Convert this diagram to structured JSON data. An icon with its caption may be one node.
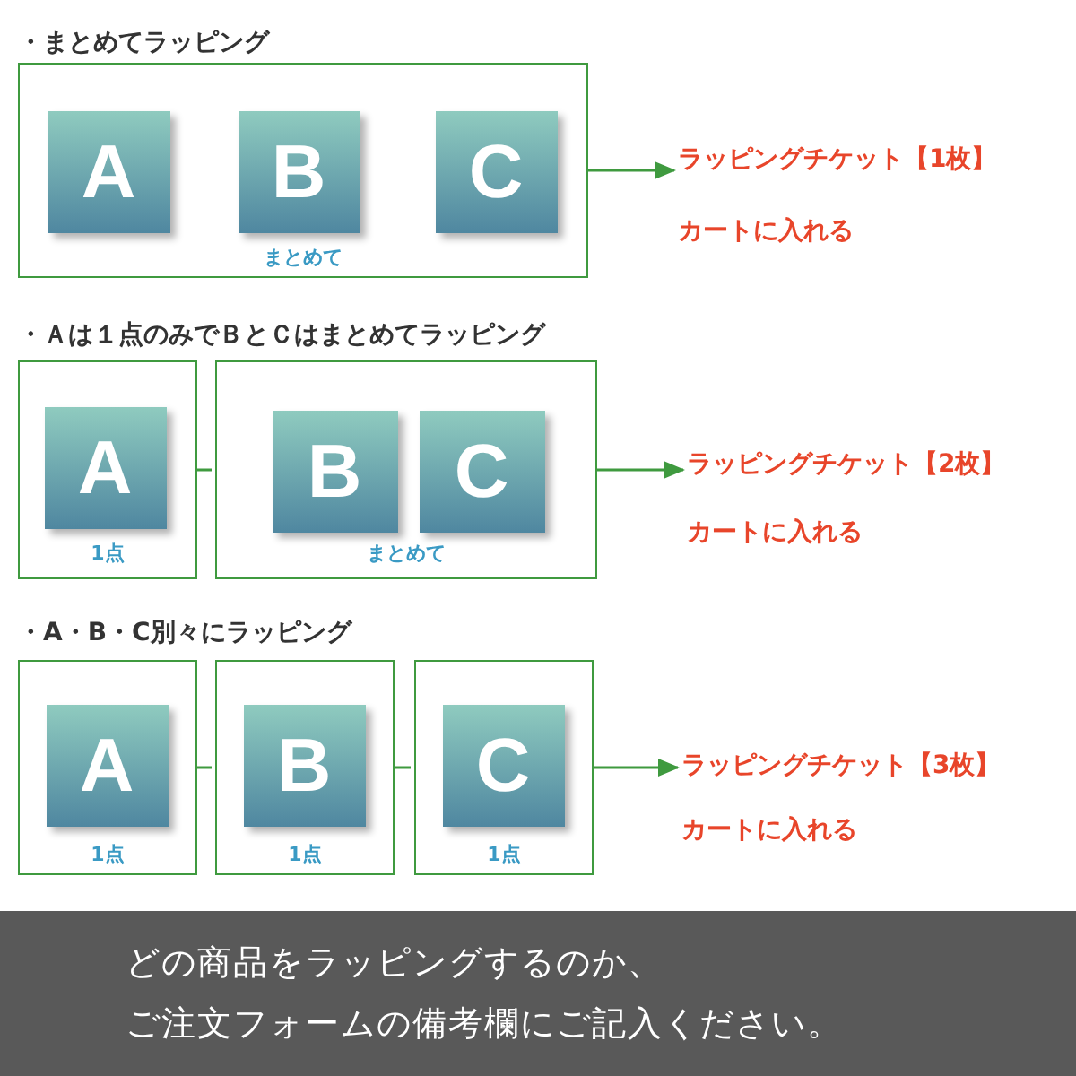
{
  "diagram": {
    "nodes": [
      {
        "text": [
          "まとめて"
        ]
      },
      {
        "text": [
          "A"
        ],
        "in": 0
      },
      {
        "text": [
          "B"
        ],
        "in": 0
      },
      {
        "text": [
          "C"
        ],
        "in": 0
      },
      {
        "text": [
          "ラッピングチケット【1枚】",
          "カートに入れる"
        ]
      },
      {
        "text": [
          "1点"
        ]
      },
      {
        "text": [
          "A"
        ],
        "in": 5
      },
      {
        "text": [
          "まとめて"
        ]
      },
      {
        "text": [
          "B"
        ],
        "in": 7
      },
      {
        "text": [
          "C"
        ],
        "in": 7
      },
      {
        "text": [
          "ラッピングチケット【2枚】",
          "カートに入れる"
        ]
      },
      {
        "text": [
          "1点"
        ]
      },
      {
        "text": [
          "A"
        ],
        "in": 11
      },
      {
        "text": [
          "1点"
        ]
      },
      {
        "text": [
          "B"
        ],
        "in": 13
      },
      {
        "text": [
          "1点"
        ]
      },
      {
        "text": [
          "C"
        ],
        "in": 15
      },
      {
        "text": [
          "ラッピングチケット【3枚】",
          "カートに入れる"
        ]
      }
    ],
    "edges": [
      {
        "from": 0,
        "to": 4,
        "arrow": "to"
      },
      {
        "from": 5,
        "to": 7,
        "arrow": "none"
      },
      {
        "from": 7,
        "to": 10,
        "arrow": "to"
      },
      {
        "from": 11,
        "to": 13,
        "arrow": "none"
      },
      {
        "from": 13,
        "to": 15,
        "arrow": "none"
      },
      {
        "from": 15,
        "to": 17,
        "arrow": "to"
      }
    ],
    "labels": [
      "・まとめてラッピング",
      "・Ａは１点のみでＢとＣはまとめてラッピング",
      "・A・B・C別々にラッピング",
      "どの商品をラッピングするのか、",
      "ご注文フォームの備考欄にご記入ください。"
    ]
  }
}
